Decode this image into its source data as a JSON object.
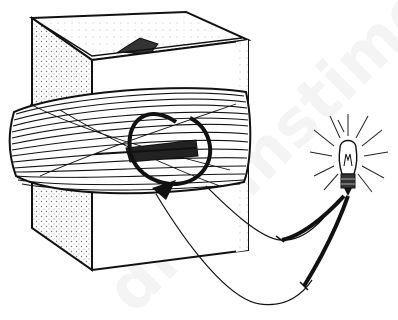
{
  "figure": {
    "subject": "box-coil-and-bulb",
    "palette": {
      "line": "#111111",
      "paper": "#ffffff",
      "dot": "#7a7a7a",
      "shade": "#d8d8d8",
      "glow": "#222222"
    },
    "coil_turns": 14,
    "glow_rays": 12,
    "watermark": "dreamstime"
  }
}
